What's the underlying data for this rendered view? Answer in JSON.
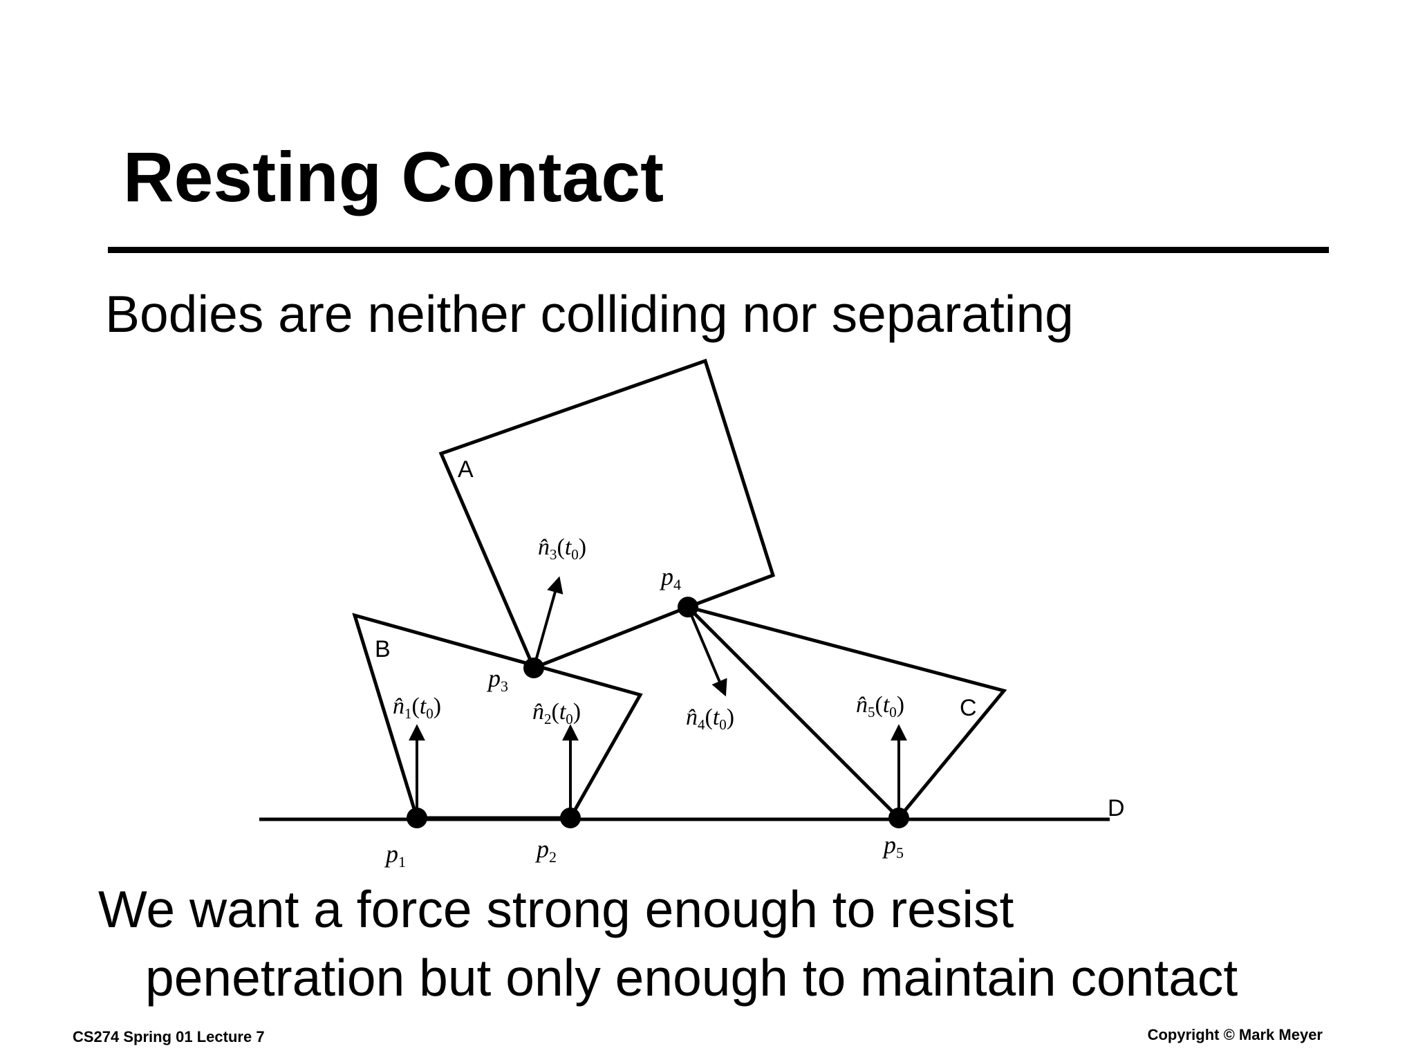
{
  "slide": {
    "title": "Resting Contact",
    "subtitle": "Bodies are neither colliding nor separating",
    "body_line1": "We want a force strong enough to resist",
    "body_line2": "penetration but only enough to maintain contact"
  },
  "diagram": {
    "bodies": {
      "a": "A",
      "b": "B",
      "c": "C",
      "d": "D"
    },
    "points": {
      "p1": "1",
      "p2": "2",
      "p3": "3",
      "p4": "4",
      "p5": "5"
    },
    "normals": {
      "n1": "1",
      "n2": "2",
      "n3": "3",
      "n4": "4",
      "n5": "5"
    }
  },
  "footer": {
    "left": "CS274 Spring 01 Lecture 7",
    "right": "Copyright © Mark Meyer"
  }
}
